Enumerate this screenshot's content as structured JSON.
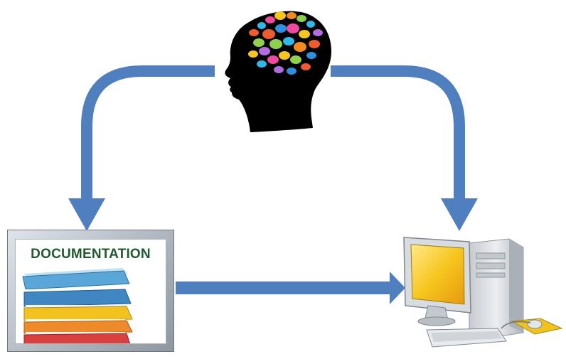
{
  "nodes": {
    "person": {
      "kind": "head-with-thought-bubbles",
      "icon": "brain-thoughts-icon"
    },
    "documentation": {
      "label": "DOCUMENTATION",
      "icon": "document-folders-icon"
    },
    "computer": {
      "kind": "desktop-computer",
      "icon": "computer-icon"
    }
  },
  "edges": [
    {
      "from": "person",
      "to": "documentation"
    },
    {
      "from": "person",
      "to": "computer"
    },
    {
      "from": "documentation",
      "to": "computer"
    }
  ],
  "colors": {
    "arrow": "#4f7fbf",
    "label_text": "#1e5a2e",
    "silhouette": "#000000",
    "folder_blue": "#5aa6d8",
    "folder_yellow": "#f4c21f",
    "folder_orange": "#ef8a2a",
    "folder_red": "#d94141",
    "screen_yellow": "#f7c61e",
    "computer_gray": "#d8dce1"
  }
}
